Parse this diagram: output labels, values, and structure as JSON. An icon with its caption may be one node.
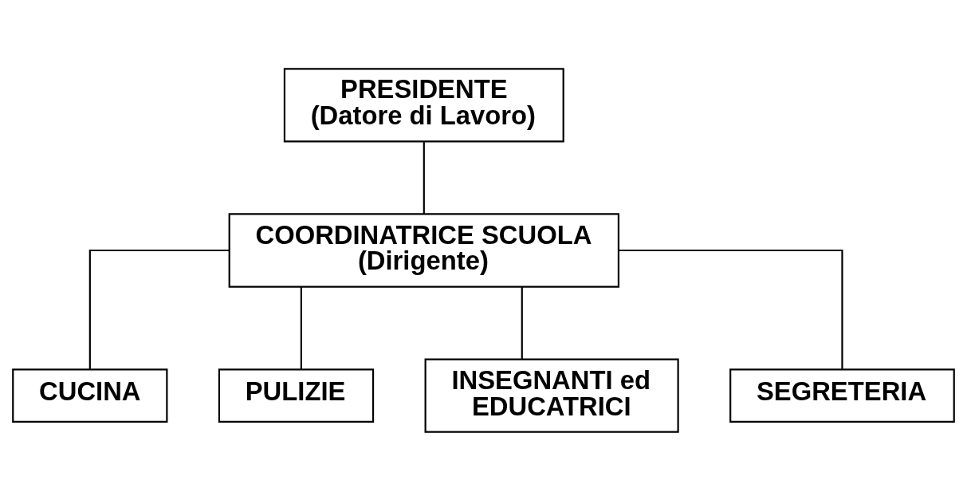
{
  "diagram": {
    "nodes": [
      {
        "text": [
          "PRESIDENTE",
          "(Datore di Lavoro)"
        ]
      },
      {
        "text": [
          "COORDINATRICE SCUOLA",
          "(Dirigente)"
        ]
      },
      {
        "text": [
          "CUCINA"
        ]
      },
      {
        "text": [
          "PULIZIE"
        ]
      },
      {
        "text": [
          "INSEGNANTI ed EDUCATRICI"
        ]
      },
      {
        "text": [
          "SEGRETERIA"
        ]
      }
    ],
    "edges": [
      {
        "from": 0,
        "to": 1,
        "arrow": "none"
      },
      {
        "from": 1,
        "to": 2,
        "arrow": "none"
      },
      {
        "from": 1,
        "to": 3,
        "arrow": "none"
      },
      {
        "from": 1,
        "to": 4,
        "arrow": "none"
      },
      {
        "from": 1,
        "to": 5,
        "arrow": "none"
      }
    ]
  }
}
